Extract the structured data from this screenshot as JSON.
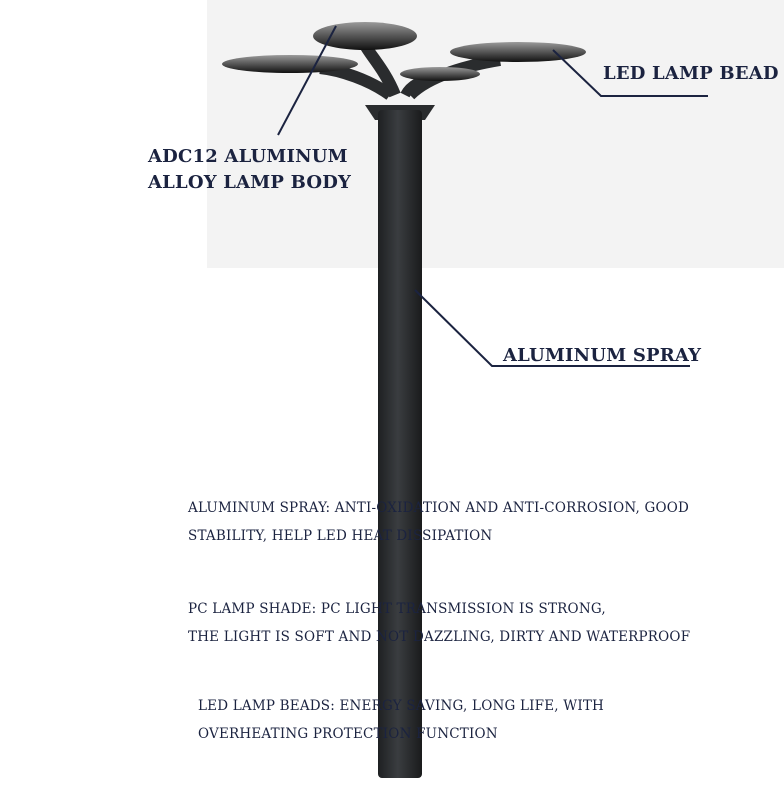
{
  "labels": {
    "body_line1": "ADC12 ALUMINUM",
    "body_line2": "ALLOY LAMP BODY",
    "lamp_bead": "LED LAMP BEAD",
    "spray": "ALUMINUM SPRAY"
  },
  "descriptions": [
    {
      "line1": "ALUMINUM SPRAY: ANTI-OXIDATION AND ANTI-CORROSION, GOOD",
      "line2": "STABILITY, HELP LED HEAT DISSIPATION"
    },
    {
      "line1": "PC LAMP SHADE: PC LIGHT TRANSMISSION IS STRONG,",
      "line2": "THE LIGHT IS SOFT AND NOT DAZZLING, DIRTY AND WATERPROOF"
    },
    {
      "line1": "LED LAMP BEADS: ENERGY SAVING, LONG LIFE, WITH",
      "line2": "OVERHEATING PROTECTION FUNCTION"
    }
  ],
  "colors": {
    "text": "#1b2340",
    "pole": "#2a2c2e",
    "background_panel": "#f3f3f3"
  }
}
